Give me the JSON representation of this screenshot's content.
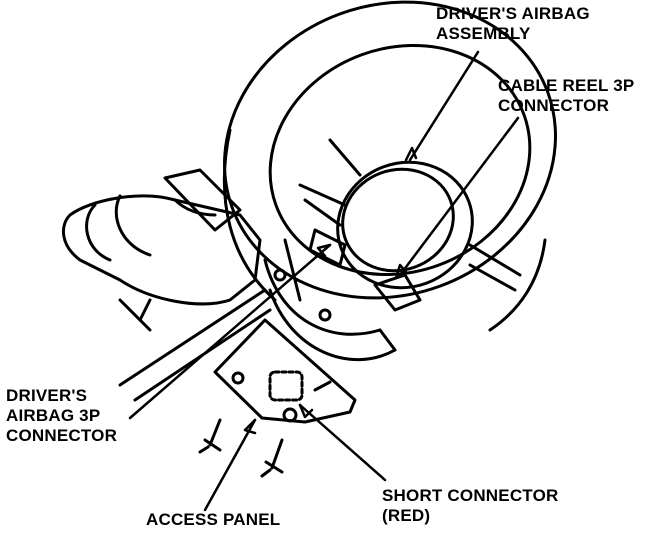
{
  "labels": {
    "airbag_assembly": {
      "line1": "DRIVER'S AIRBAG",
      "line2": "ASSEMBLY"
    },
    "cable_reel": {
      "line1": "CABLE REEL 3P",
      "line2": "CONNECTOR"
    },
    "airbag_3p": {
      "line1": "DRIVER'S",
      "line2": "AIRBAG 3P",
      "line3": "CONNECTOR"
    },
    "short_connector": {
      "line1": "SHORT CONNECTOR",
      "line2": "(RED)"
    },
    "access_panel": {
      "line1": "ACCESS PANEL"
    }
  }
}
